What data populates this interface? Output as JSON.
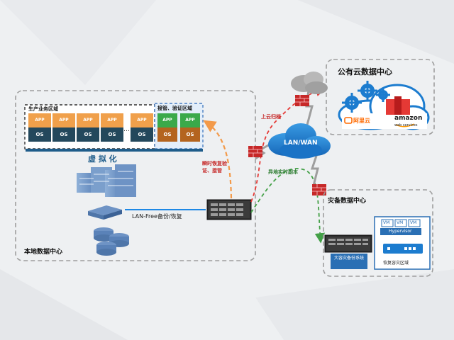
{
  "labels": {
    "production_zone": "生产业务区域",
    "takeover_zone": "接管、验证区域",
    "virtualization": "虚 拟 化",
    "lan_free": "LAN-Free备份/恢复",
    "local_dc": "本地数据中心",
    "instant_recovery": "瞬时恢复验证、接管",
    "cloud_archive": "上云归档",
    "lan_wan": "LAN/WAN",
    "async_replica": "异地实时副本",
    "public_cloud_dc": "公有云数据中心",
    "dr_dc": "灾备数据中心",
    "dr_system": "大容灾备份系统",
    "dr_zone": "恢复容灾区域",
    "hypervisor": "Hypervisor",
    "aliyun": "阿里云",
    "amazon": "amazon",
    "amazon_sub": "web services",
    "app": "APP",
    "os": "OS",
    "dots": "……",
    "vm_tag": "VM"
  },
  "colors": {
    "orange": "#f0a04b",
    "navy": "#23485c",
    "green": "#3aa94a",
    "brown": "#b4641f",
    "red_dash": "#e53935",
    "green_dash": "#43a047",
    "orange_dash": "#f39a4a",
    "blue_line": "#1e88e5",
    "cloud_blue": "#1c7ccf"
  }
}
